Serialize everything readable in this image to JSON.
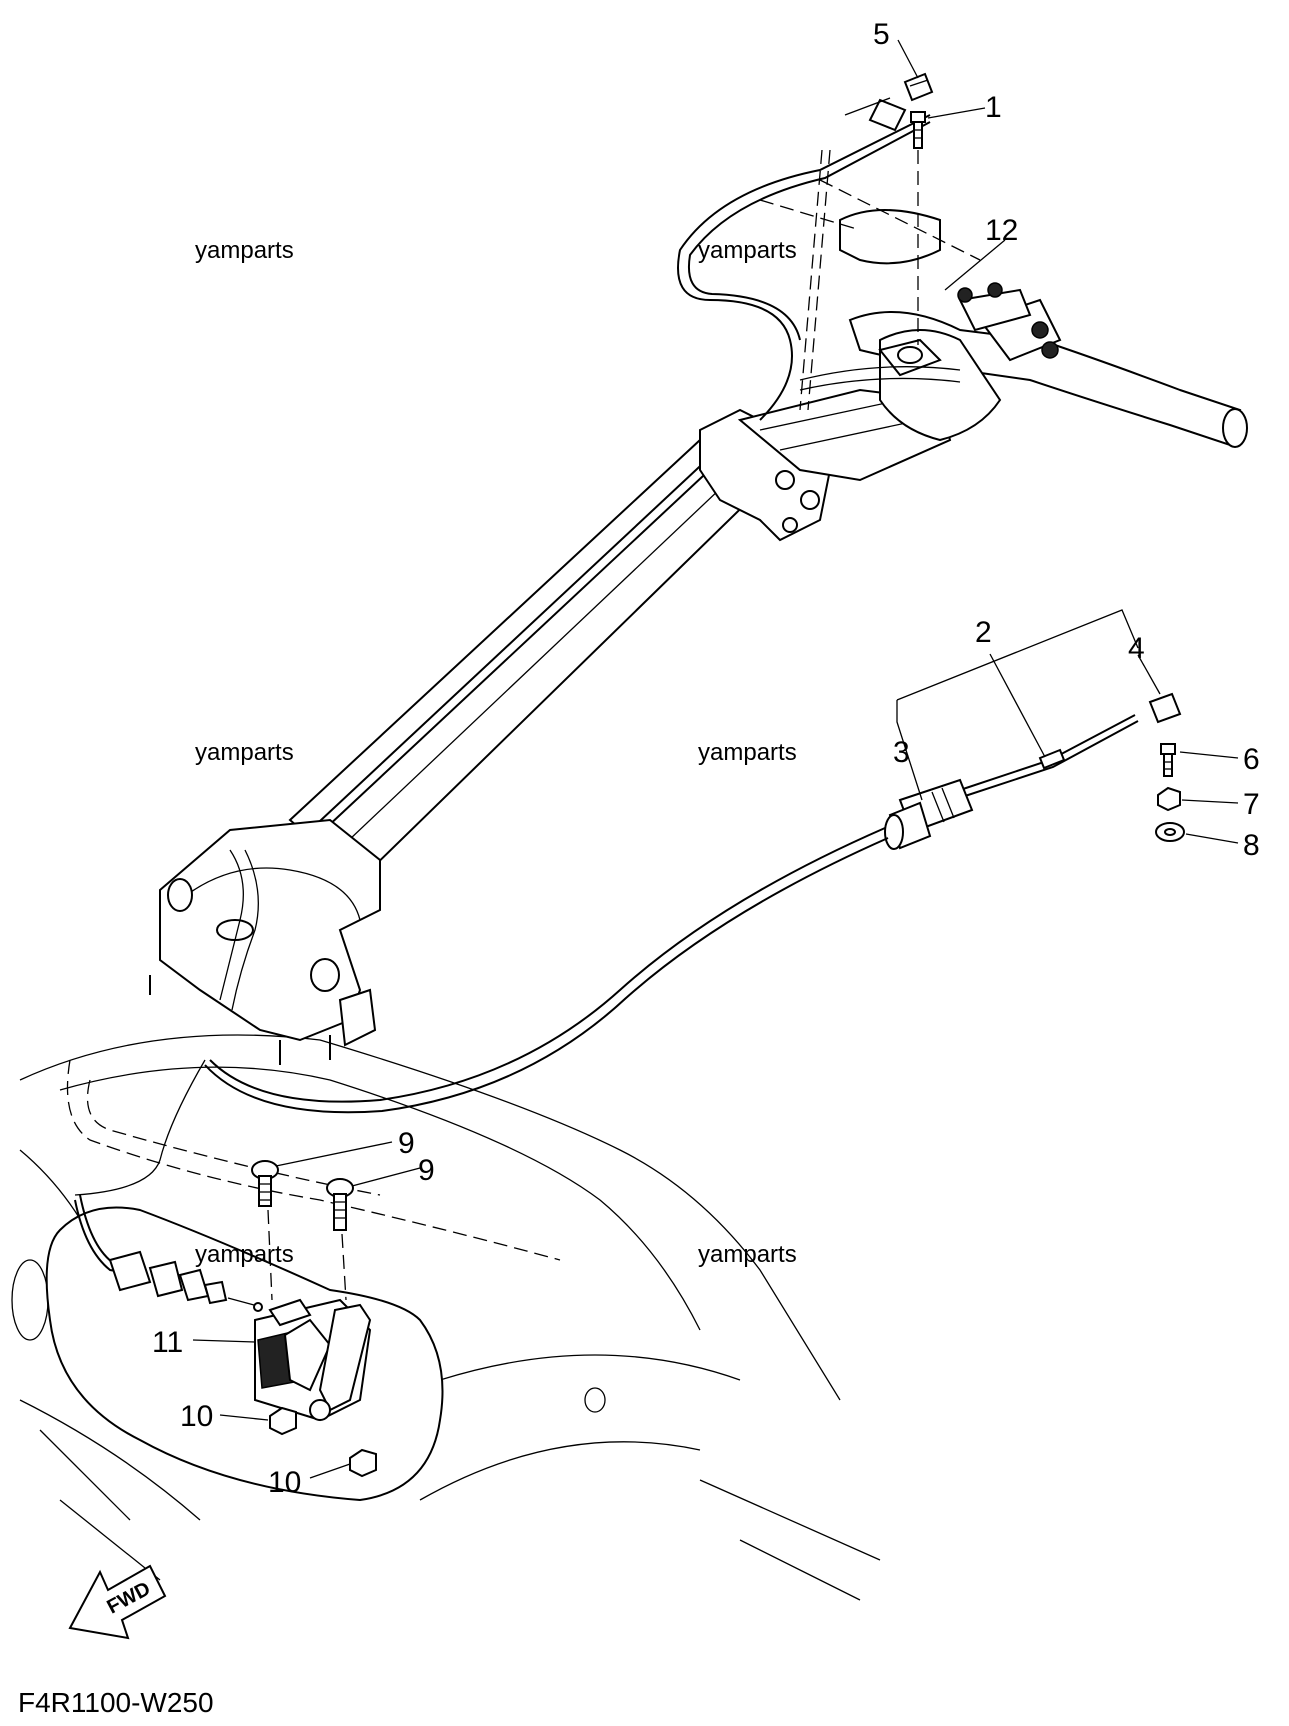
{
  "diagram": {
    "code": "F4R1100-W250",
    "fwd_label": "FWD",
    "watermark": "yamparts",
    "callouts": {
      "c1": "1",
      "c2": "2",
      "c3": "3",
      "c4": "4",
      "c5": "5",
      "c6": "6",
      "c7": "7",
      "c8": "8",
      "c9a": "9",
      "c9b": "9",
      "c10a": "10",
      "c10b": "10",
      "c11": "11",
      "c12": "12"
    }
  }
}
